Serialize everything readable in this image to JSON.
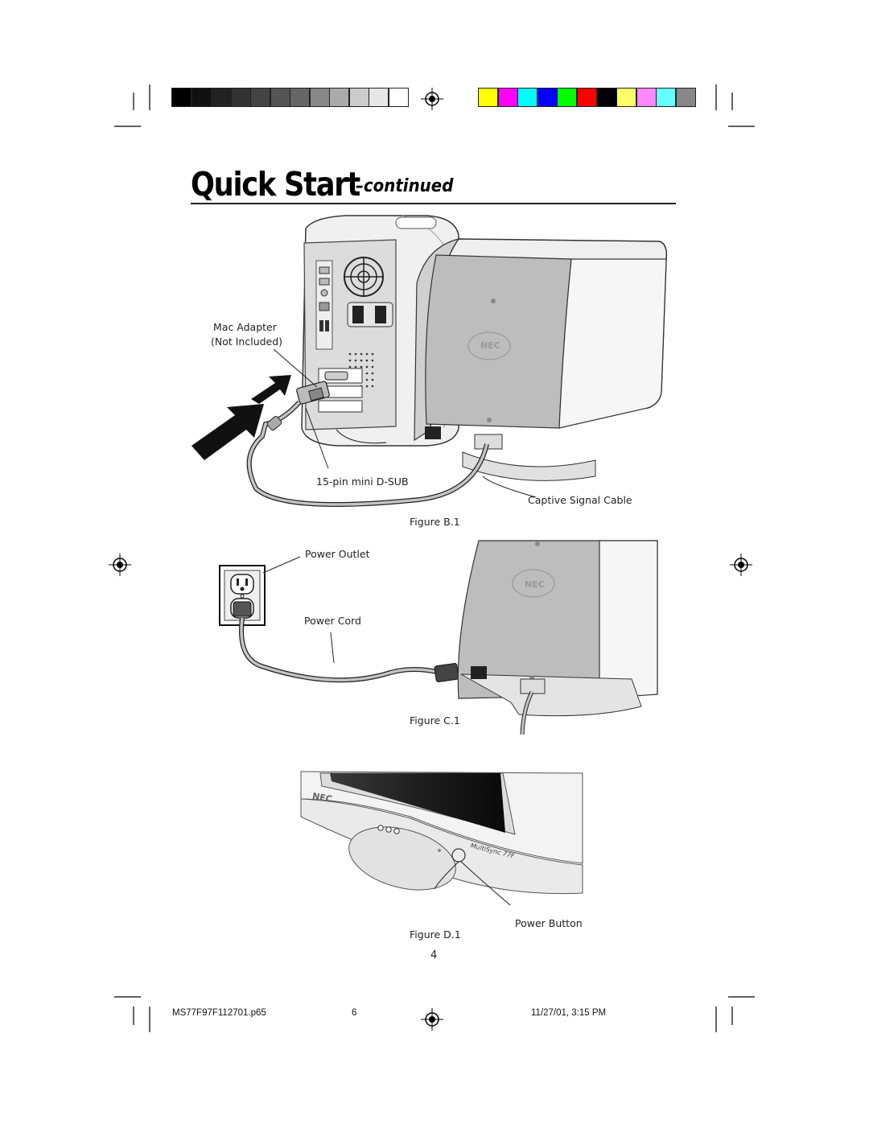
{
  "title": {
    "main": "Quick Start",
    "suffix": "–continued"
  },
  "figure_b": {
    "caption": "Figure B.1",
    "label_mac_adapter_line1": "Mac Adapter",
    "label_mac_adapter_line2": "(Not Included)",
    "label_connector": "15-pin mini D-SUB",
    "label_cable": "Captive Signal Cable",
    "brand": "NEC"
  },
  "figure_c": {
    "caption": "Figure C.1",
    "label_outlet": "Power Outlet",
    "label_cord": "Power Cord",
    "brand": "NEC"
  },
  "figure_d": {
    "caption": "Figure D.1",
    "label_button": "Power Button",
    "brand": "NEC",
    "model": "MultiSync 77F"
  },
  "page_number": "4",
  "footer": {
    "filename": "MS77F97F112701.p65",
    "sheet": "6",
    "timestamp": "11/27/01, 3:15 PM"
  },
  "print_marks": {
    "gray_swatches": [
      "#000000",
      "#111111",
      "#222222",
      "#333333",
      "#444444",
      "#555555",
      "#666666",
      "#888888",
      "#aaaaaa",
      "#cccccc",
      "#e6e6e6",
      "#ffffff"
    ],
    "color_swatches": [
      "#ffff00",
      "#ff00ff",
      "#00ffff",
      "#0000ff",
      "#00ff00",
      "#ff0000",
      "#000000",
      "#ffff66",
      "#ff88ff",
      "#66ffff",
      "#888888"
    ]
  }
}
